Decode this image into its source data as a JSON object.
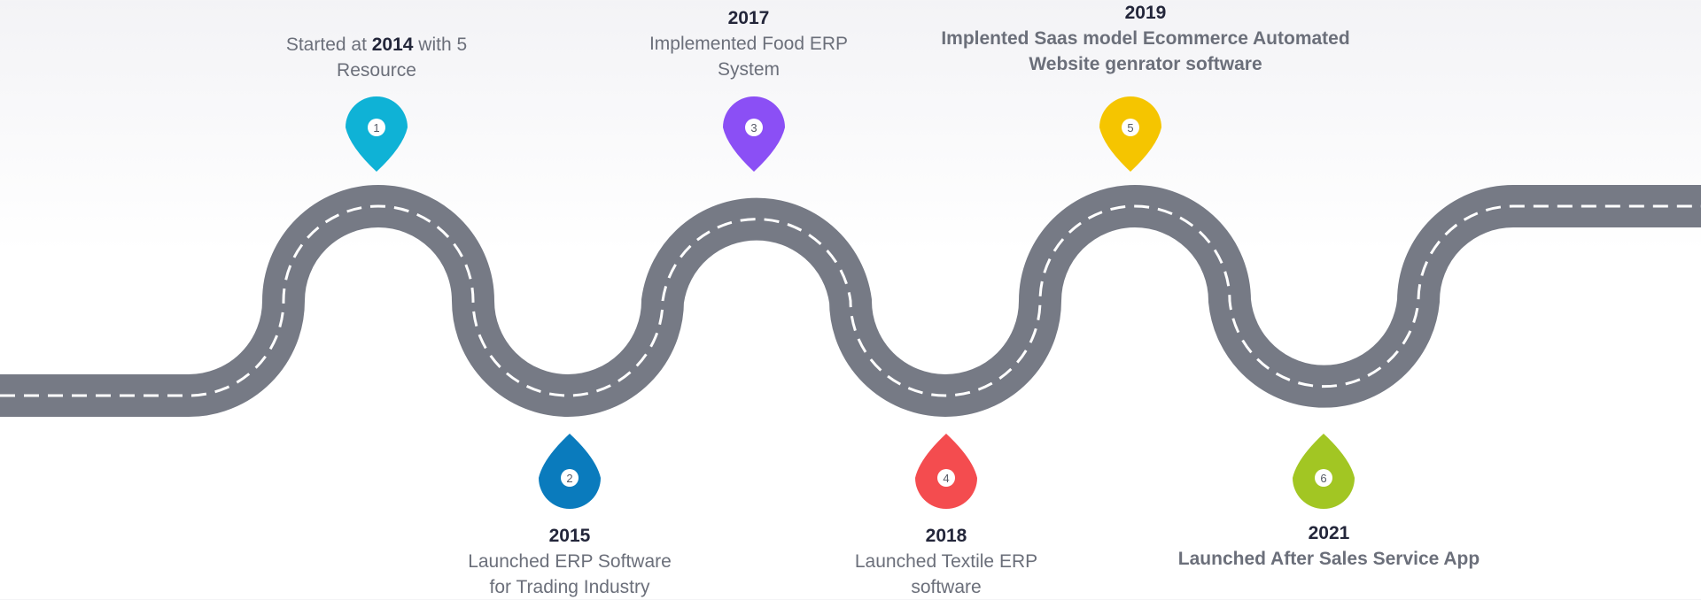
{
  "milestones": [
    {
      "number": "1",
      "year": "",
      "desc_parts": [
        "Started  at ",
        "2014",
        " with 5"
      ],
      "desc_line2": "Resource",
      "color": "#0fb2d6"
    },
    {
      "number": "2",
      "year": "2015",
      "desc_line1": "Launched ERP Software",
      "desc_line2": "for Trading Industry",
      "color": "#0a7bbd"
    },
    {
      "number": "3",
      "year": "2017",
      "desc_line1": "Implemented Food ERP",
      "desc_line2": "System",
      "color": "#8b4ff5"
    },
    {
      "number": "4",
      "year": "2018",
      "desc_line1": "Launched Textile ERP",
      "desc_line2": "software",
      "color": "#f44c4f"
    },
    {
      "number": "5",
      "year": "2019",
      "desc_line1": "Implented Saas model Ecommerce Automated",
      "desc_line2": "Website genrator software",
      "color": "#f5c500"
    },
    {
      "number": "6",
      "year": "2021",
      "desc_line1": "Launched After Sales  Service App",
      "color": "#a2c623"
    }
  ],
  "colors": {
    "road": "#767a85",
    "dash": "#ffffff",
    "number_text": "#555a66"
  }
}
